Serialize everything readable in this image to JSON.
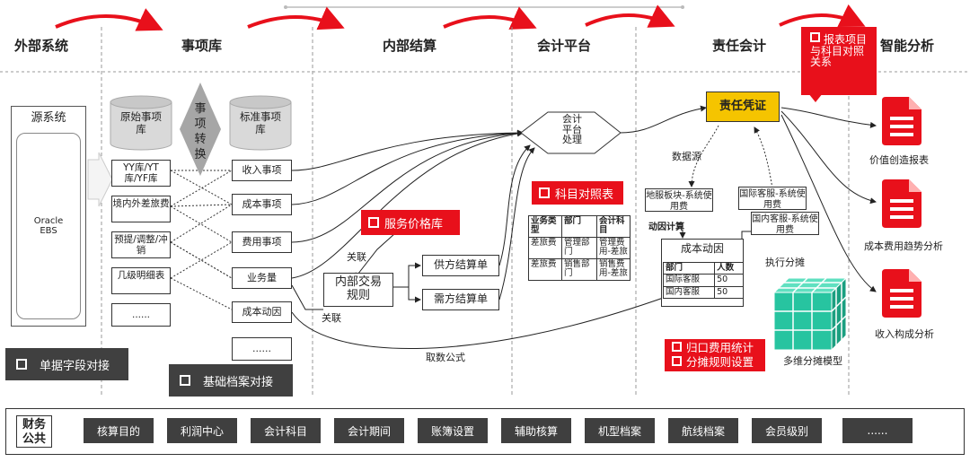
{
  "headers": {
    "external": "外部系统",
    "items": "事项库",
    "internal": "内部结算",
    "platform": "会计平台",
    "responsibility": "责任会计",
    "intelligent": "智能分析"
  },
  "external": {
    "source_system": "源系统",
    "oracle": "Oracle EBS"
  },
  "items": {
    "raw_db": "原始事项库",
    "convert": [
      "事",
      "项",
      "转",
      "换"
    ],
    "std_db": "标准事项库",
    "raw_docs": [
      "YY库/YT库/YF库",
      "境内外差旅费",
      "预提/调整/冲销",
      "几级明细表",
      "......"
    ],
    "std_items": [
      "收入事项",
      "成本事项",
      "费用事项",
      "业务量",
      "成本动因",
      "......"
    ]
  },
  "internal": {
    "price_lib": "服务价格库",
    "link1": "关联",
    "link2": "关联",
    "rule": "内部交易规则",
    "supply": "供方结算单",
    "demand": "需方结算单",
    "formula": "取数公式"
  },
  "platform": {
    "process": "会计平台处理",
    "mapping_tag": "科目对照表",
    "table_header": [
      "业务类型",
      "部门",
      "会计科目"
    ],
    "table_rows": [
      [
        "差旅费",
        "管理部门",
        "管理费用-差旅"
      ],
      [
        "差旅费",
        "销售部门",
        "销售费用-差旅"
      ]
    ]
  },
  "responsibility": {
    "voucher": "责任凭证",
    "datasource": "数据源",
    "card1": "地服板块-系统使用费",
    "card2": "国际客服-系统使用费",
    "card3": "国内客服-系统使用费",
    "driver_calc": "动因计算",
    "driver_label": "成本动因",
    "driver_table_header": [
      "部门",
      "人数"
    ],
    "driver_table_rows": [
      [
        "国际客服",
        "50"
      ],
      [
        "国内客服",
        "50"
      ]
    ],
    "exec_alloc": "执行分摊",
    "tag_line1": "归口费用统计",
    "tag_line2": "分摊规则设置",
    "model": "多维分摊模型"
  },
  "report_tag": "报表项目与科目对照关系",
  "analysis": [
    "价值创造报表",
    "成本费用趋势分析",
    "收入构成分析"
  ],
  "bottom_tags": {
    "doc_field": "单据字段对接",
    "base_archive": "基础档案对接"
  },
  "finance_public": {
    "label": "财务公共",
    "items": [
      "核算目的",
      "利润中心",
      "会计科目",
      "会计期间",
      "账簿设置",
      "辅助核算",
      "机型档案",
      "航线档案",
      "会员级别",
      "......"
    ]
  },
  "colors": {
    "accent_red": "#e8101b",
    "dark_tag": "#404040",
    "voucher_yellow": "#f5c400",
    "cube_teal": "#27c4a0"
  }
}
